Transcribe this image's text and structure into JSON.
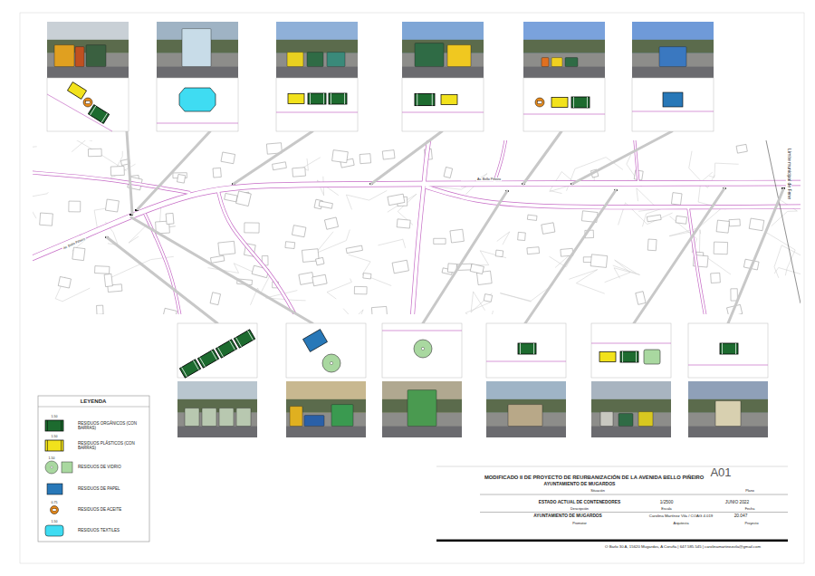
{
  "diagram": {
    "title": "MODIFICADO II DE PROYECTO  DE REURBANIZACIÓN DE LA AVENIDA BELLO PIÑEIRO",
    "labels": [
      "Límite municipal de Fene",
      "Av. Bello Piñeiro",
      "Av. Bello Piñeiro",
      "LEYENDA",
      "1.50",
      "1.50",
      "1.50",
      "0.75",
      "1.50",
      "AYUNTAMIENTO DE MUGARDOS",
      "Situación",
      "A01",
      "Plano",
      "ESTADO ACTUAL DE CONTENEDORES",
      "Descripción",
      "1/2500",
      "Escala",
      "JUNIO 2022",
      "Fecha",
      "AYUNTAMIENTO DE MUGARDOS",
      "Promotor",
      "Carolina Martínez Vila / COAG 4.019",
      "Arquitecta",
      "20.047",
      "Proyecto",
      "O Barlo 30 A, 15620 Mugardos, A Coruña  |  647.585.545  |  carolinamartinezvila@gmail.com"
    ],
    "legend": [
      {
        "text": "RESIDUOS ORGÁNICOS (CON BARRAS)",
        "color": "#1d6b2f"
      },
      {
        "text": "RESIDUOS PLÁSTICOS (CON BARRAS)",
        "color": "#f2e21c"
      },
      {
        "text": "RESIDUOS DE VIDRIO",
        "color": "#a9d8a0"
      },
      {
        "text": "RESIDUOS DE PAPEL",
        "color": "#2878b8"
      },
      {
        "text": "RESIDUOS DE ACEITE",
        "color": "#e88a1a"
      },
      {
        "text": "RESIDUOS TEXTILES",
        "color": "#3fdcf2"
      }
    ]
  }
}
